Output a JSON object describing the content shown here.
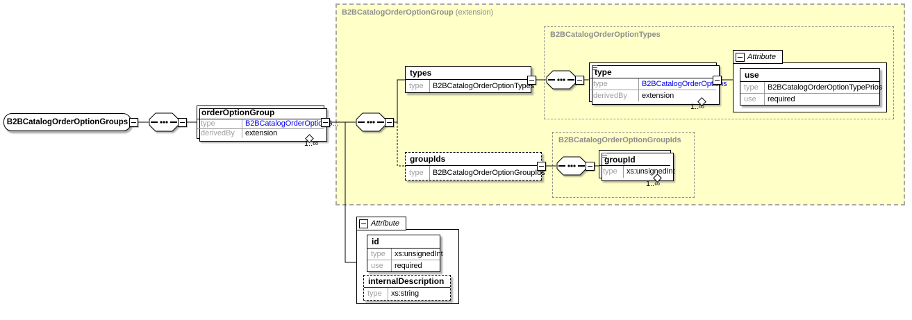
{
  "root": {
    "label": "B2BCatalogOrderOptionGroups"
  },
  "orderOptionGroup": {
    "title": "orderOptionGroup",
    "rows": [
      {
        "label": "type",
        "value": "B2BCatalogOrderOptionG..."
      },
      {
        "label": "derivedBy",
        "value": "extension"
      }
    ],
    "cardinality": "1..∞"
  },
  "extensionGroup": {
    "title": "B2BCatalogOrderOptionGroup",
    "suffix": "(extension)"
  },
  "types": {
    "title": "types",
    "rows": [
      {
        "label": "type",
        "value": "B2BCatalogOrderOptionTypes"
      }
    ]
  },
  "typesGroup": {
    "title": "B2BCatalogOrderOptionTypes"
  },
  "typeElem": {
    "title": "type",
    "rows": [
      {
        "label": "type",
        "value": "B2BCatalogOrderOptions"
      },
      {
        "label": "derivedBy",
        "value": "extension"
      }
    ],
    "cardinality": "1..∞"
  },
  "useAttrGroup": {
    "tab": "Attribute",
    "use": {
      "title": "use",
      "rows": [
        {
          "label": "type",
          "value": "B2BCatalogOrderOptionTypePrios"
        },
        {
          "label": "use",
          "value": "required"
        }
      ]
    }
  },
  "groupIds": {
    "title": "groupIds",
    "rows": [
      {
        "label": "type",
        "value": "B2BCatalogOrderOptionGroupIds"
      }
    ]
  },
  "groupIdsGroup": {
    "title": "B2BCatalogOrderOptionGroupIds"
  },
  "groupId": {
    "title": "groupId",
    "rows": [
      {
        "label": "type",
        "value": "xs:unsignedInt"
      }
    ],
    "cardinality": "1..∞"
  },
  "mainAttrGroup": {
    "tab": "Attribute",
    "id": {
      "title": "id",
      "rows": [
        {
          "label": "type",
          "value": "xs:unsignedInt"
        },
        {
          "label": "use",
          "value": "required"
        }
      ]
    },
    "internalDescription": {
      "title": "internalDescription",
      "rows": [
        {
          "label": "type",
          "value": "xs:string"
        }
      ]
    }
  },
  "icons": {
    "sequence": "sequence-compositor-icon",
    "collapse": "minus-toggle-icon",
    "annotation": "annotation-lines-icon",
    "repeat_notch": "repeat-notch-icon"
  },
  "colors": {
    "extension_region_fill": "#ffffc8",
    "type_link": "#0000ee",
    "muted_label": "#9f9f9f",
    "group_border": "#a8a8a8"
  }
}
